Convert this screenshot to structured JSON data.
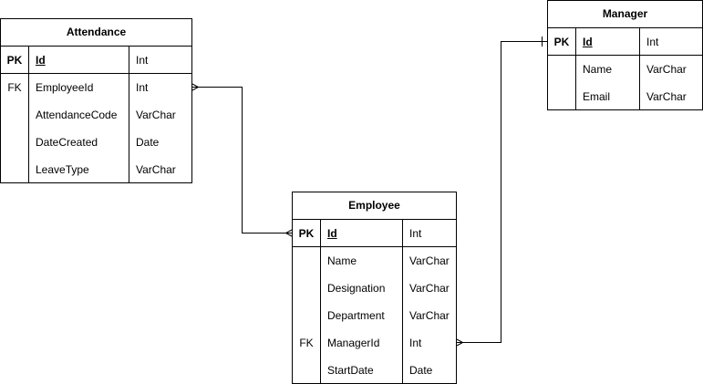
{
  "entities": {
    "attendance": {
      "title": "Attendance",
      "pk": {
        "key": "PK",
        "name": "Id",
        "type": "Int"
      },
      "fields": [
        {
          "key": "FK",
          "name": "EmployeeId",
          "type": "Int"
        },
        {
          "key": "",
          "name": "AttendanceCode",
          "type": "VarChar"
        },
        {
          "key": "",
          "name": "DateCreated",
          "type": "Date"
        },
        {
          "key": "",
          "name": "LeaveType",
          "type": "VarChar"
        }
      ]
    },
    "manager": {
      "title": "Manager",
      "pk": {
        "key": "PK",
        "name": "Id",
        "type": "Int"
      },
      "fields": [
        {
          "key": "",
          "name": "Name",
          "type": "VarChar"
        },
        {
          "key": "",
          "name": "Email",
          "type": "VarChar"
        }
      ]
    },
    "employee": {
      "title": "Employee",
      "pk": {
        "key": "PK",
        "name": "Id",
        "type": "Int"
      },
      "fields": [
        {
          "key": "",
          "name": "Name",
          "type": "VarChar"
        },
        {
          "key": "",
          "name": "Designation",
          "type": "VarChar"
        },
        {
          "key": "",
          "name": "Department",
          "type": "VarChar"
        },
        {
          "key": "FK",
          "name": "ManagerId",
          "type": "Int"
        },
        {
          "key": "",
          "name": "StartDate",
          "type": "Date"
        }
      ]
    }
  },
  "relationships": [
    {
      "from": "attendance.EmployeeId",
      "to": "employee.Id",
      "from_end": "many",
      "to_end": "many"
    },
    {
      "from": "employee.ManagerId",
      "to": "manager.Id",
      "from_end": "many",
      "to_end": "one"
    }
  ]
}
